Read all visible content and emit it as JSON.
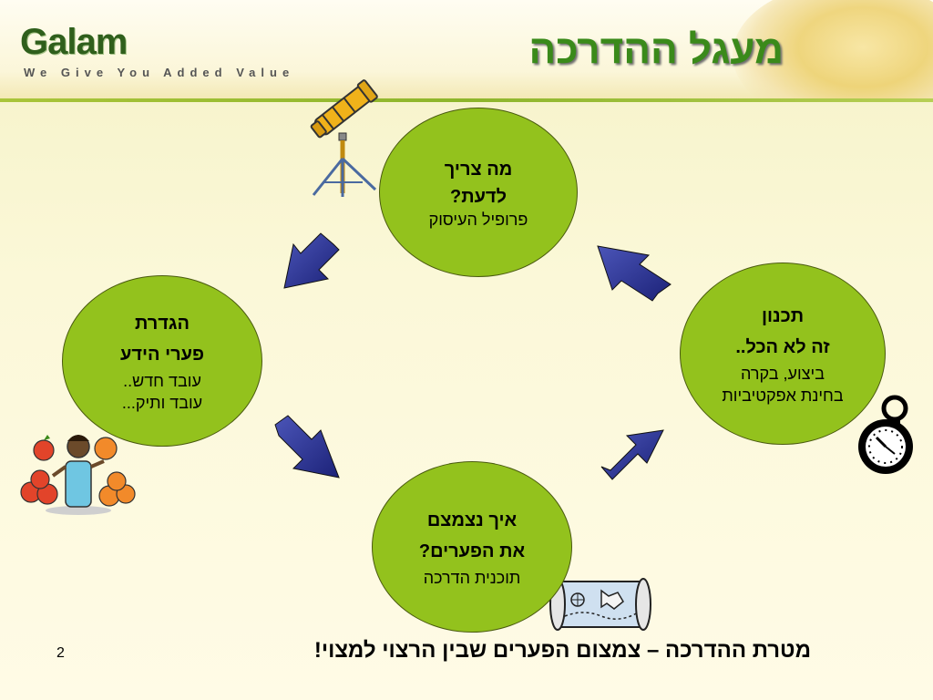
{
  "header": {
    "logo_text": "Galam",
    "tagline": "We Give You Added Value",
    "title": "מעגל ההדרכה"
  },
  "bubbles": {
    "top": {
      "line1": "מה צריך",
      "line2": "לדעת?",
      "sub1": "פרופיל העיסוק"
    },
    "left": {
      "line1": "הגדרת",
      "line2": "פערי הידע",
      "sub1": "עובד חדש..",
      "sub2": "עובד ותיק..."
    },
    "bottom": {
      "line1": "איך נצמצם",
      "line2": "את הפערים?",
      "sub1": "תוכנית הדרכה"
    },
    "right": {
      "line1": "תכנון",
      "line2": "זה לא הכל..",
      "sub1": "ביצוע, בקרה",
      "sub2": "בחינת אפקטיביות"
    }
  },
  "footer": {
    "goal_text": "מטרת ההדרכה – צמצום הפערים שבין הרצוי למצוי!",
    "page_number": "2"
  },
  "colors": {
    "bubble_fill": "#93c21d",
    "title_green": "#3a8a1a",
    "arrow_blue": "#2a2f8f"
  },
  "icons": [
    "telescope-icon",
    "person-with-fruit-icon",
    "map-scroll-icon",
    "stopwatch-icon"
  ]
}
